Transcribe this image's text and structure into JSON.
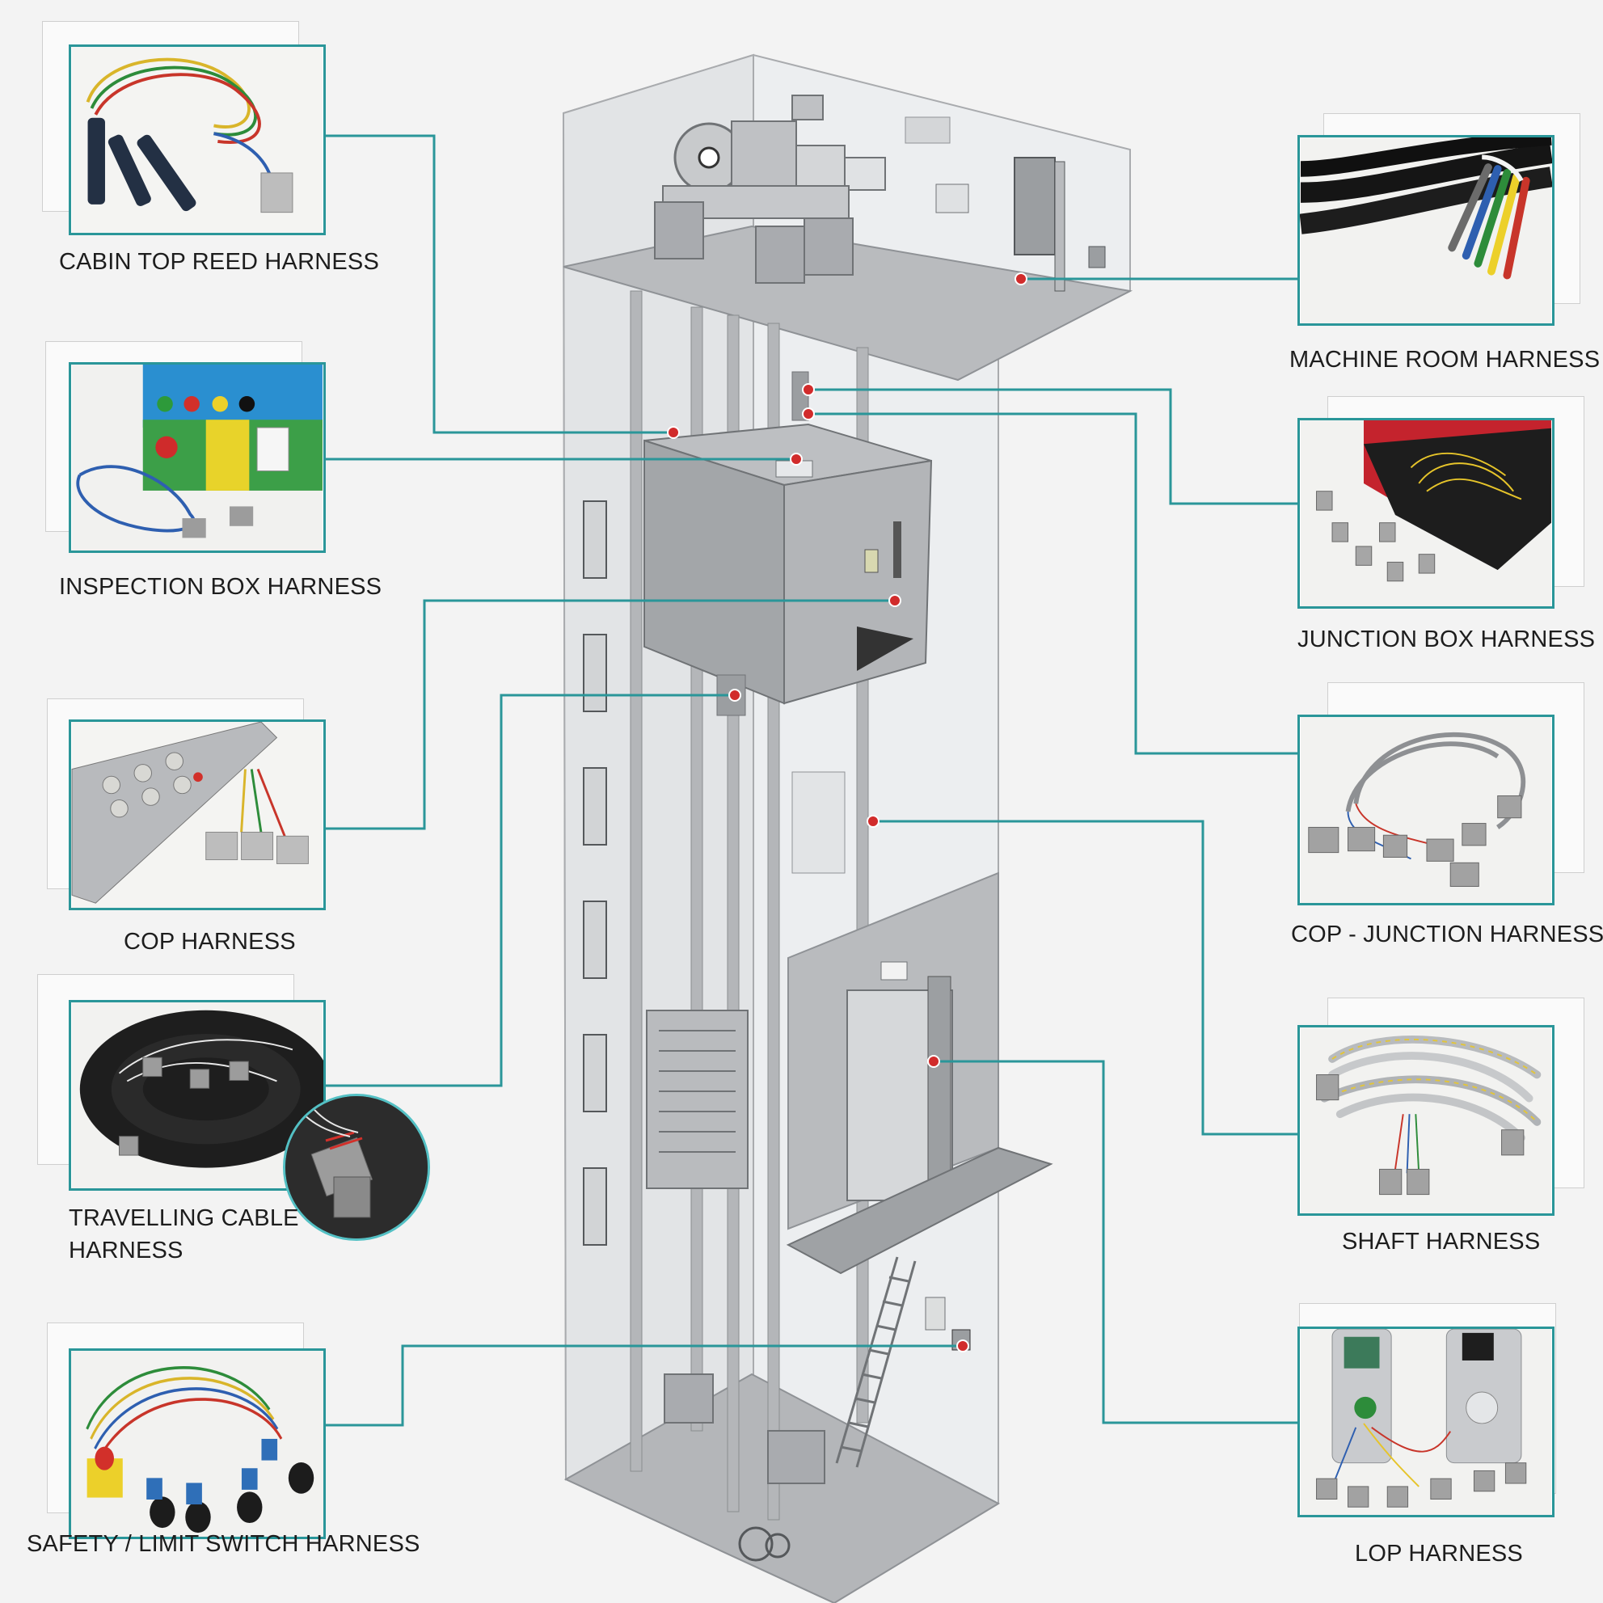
{
  "colors": {
    "accent": "#2a9699",
    "marker": "#d12b2b",
    "shaft": "#c9cbce",
    "shaft_dark": "#8f9296",
    "cabin": "#a7aaae"
  },
  "harnesses": [
    {
      "id": "cabin-top-reed",
      "label": "CABIN TOP REED HARNESS"
    },
    {
      "id": "inspection-box",
      "label": "INSPECTION BOX HARNESS"
    },
    {
      "id": "cop",
      "label": "COP HARNESS"
    },
    {
      "id": "travelling-cable",
      "label_line1": "TRAVELLING CABLE",
      "label_line2": "HARNESS"
    },
    {
      "id": "safety-limit-switch",
      "label": "SAFETY / LIMIT SWITCH HARNESS"
    },
    {
      "id": "machine-room",
      "label": "MACHINE ROOM HARNESS"
    },
    {
      "id": "junction-box",
      "label": "JUNCTION BOX HARNESS"
    },
    {
      "id": "cop-junction",
      "label": "COP - JUNCTION HARNESS"
    },
    {
      "id": "shaft",
      "label": "SHAFT HARNESS"
    },
    {
      "id": "lop",
      "label": "LOP HARNESS"
    }
  ]
}
